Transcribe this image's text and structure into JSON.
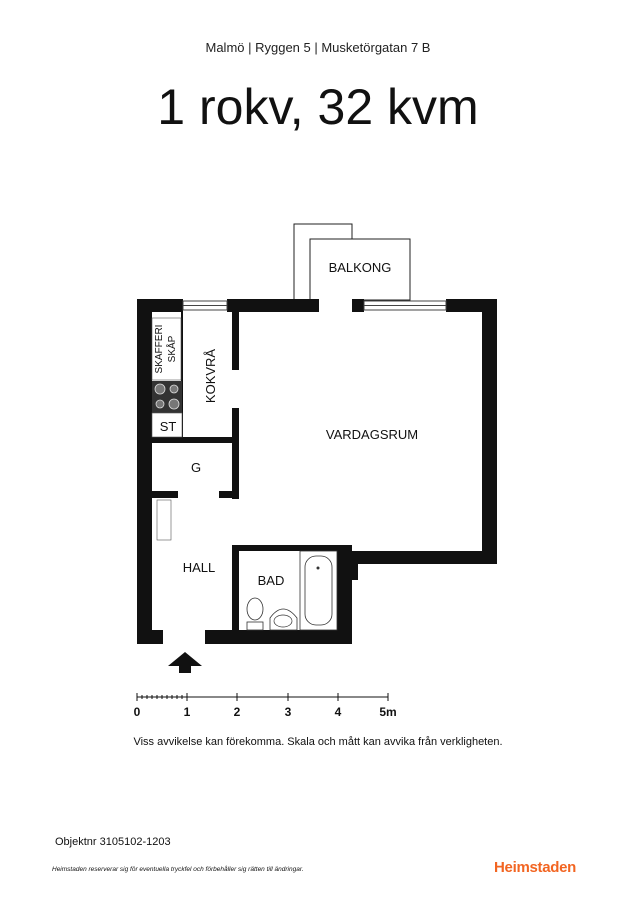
{
  "header": {
    "address": "Malmö | Ryggen 5 | Musketörgatan 7 B",
    "headline": "1 rokv, 32 kvm"
  },
  "rooms": {
    "balcony": "BALKONG",
    "pantry_line1": "SKAFFERI",
    "pantry_line2": "SKÅP",
    "kitchenette": "KOKVRÅ",
    "wardrobe": "ST",
    "closet": "G",
    "living_room": "VARDAGSRUM",
    "hall": "HALL",
    "bathroom": "BAD"
  },
  "scale": {
    "labels": [
      "0",
      "1",
      "2",
      "3",
      "4",
      "5m"
    ]
  },
  "footer": {
    "disclaimer": "Viss avvikelse kan förekomma. Skala och mått kan avvika från verkligheten.",
    "object_number": "Objektnr 3105102-1203",
    "legal": "Heimstaden reserverar sig för eventuella tryckfel och förbehåller sig rätten till ändringar.",
    "brand": "Heimstaden"
  },
  "colors": {
    "wall": "#111111",
    "brand": "#f26522"
  },
  "icons": {
    "stove": "four-burner-stove-icon",
    "toilet": "toilet-icon",
    "sink": "sink-icon",
    "bathtub": "bathtub-icon",
    "entrance": "entrance-arrow-icon"
  }
}
